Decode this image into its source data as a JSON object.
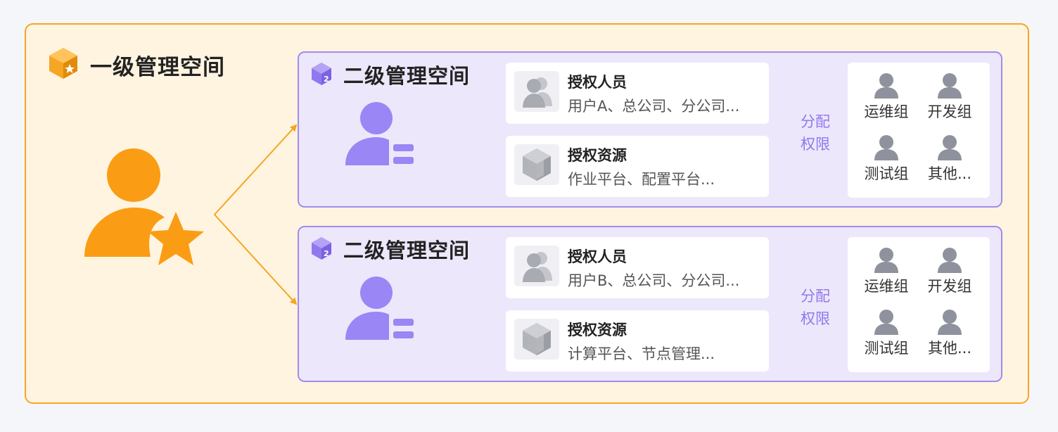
{
  "level1": {
    "title": "一级管理空间",
    "icon": "cube-star-icon",
    "admin_icon": "user-star-icon",
    "colors": {
      "accent": "#f5a623",
      "background": "#fff4e0"
    }
  },
  "level2_spaces": [
    {
      "title": "二级管理空间",
      "icon": "cube-2-icon",
      "admin_icon": "user-list-icon",
      "personnel": {
        "title": "授权人员",
        "desc": "用户A、总公司、分公司..."
      },
      "resources": {
        "title": "授权资源",
        "desc": "作业平台、配置平台..."
      },
      "assign_label": "分配\n权限",
      "groups": [
        "运维组",
        "开发组",
        "测试组",
        "其他..."
      ]
    },
    {
      "title": "二级管理空间",
      "icon": "cube-2-icon",
      "admin_icon": "user-list-icon",
      "personnel": {
        "title": "授权人员",
        "desc": "用户B、总公司、分公司..."
      },
      "resources": {
        "title": "授权资源",
        "desc": "计算平台、节点管理..."
      },
      "assign_label": "分配\n权限",
      "groups": [
        "运维组",
        "开发组",
        "测试组",
        "其他..."
      ]
    }
  ],
  "colors": {
    "purple": "#9079ee",
    "purple_bg": "#ede7fb",
    "gray_icon": "#8e929c"
  }
}
